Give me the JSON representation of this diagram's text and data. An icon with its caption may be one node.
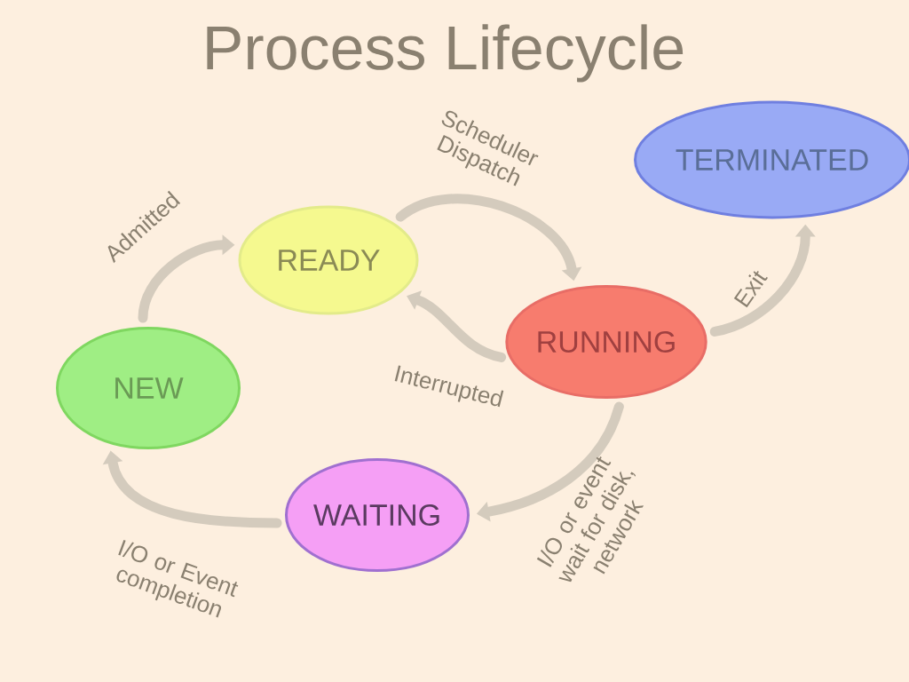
{
  "diagram": {
    "title": "Process Lifecycle",
    "nodes": [
      {
        "text": [
          "TERMINATED"
        ]
      },
      {
        "text": [
          "READY"
        ]
      },
      {
        "text": [
          "RUNNING"
        ]
      },
      {
        "text": [
          "NEW"
        ]
      },
      {
        "text": [
          "WAITING"
        ]
      }
    ],
    "edges": [
      {
        "from": 3,
        "to": 1,
        "arrow": "to",
        "label": "Admitted"
      },
      {
        "from": 1,
        "to": 2,
        "arrow": "to",
        "label": "Scheduler Dispatch"
      },
      {
        "from": 2,
        "to": 1,
        "arrow": "to",
        "label": "Interrupted"
      },
      {
        "from": 2,
        "to": 0,
        "arrow": "to",
        "label": "Exit"
      },
      {
        "from": 2,
        "to": 4,
        "arrow": "to",
        "label": "I/O or event wait for disk, network"
      },
      {
        "from": 4,
        "to": 3,
        "arrow": "to",
        "label": "I/O or Event completion"
      }
    ]
  }
}
